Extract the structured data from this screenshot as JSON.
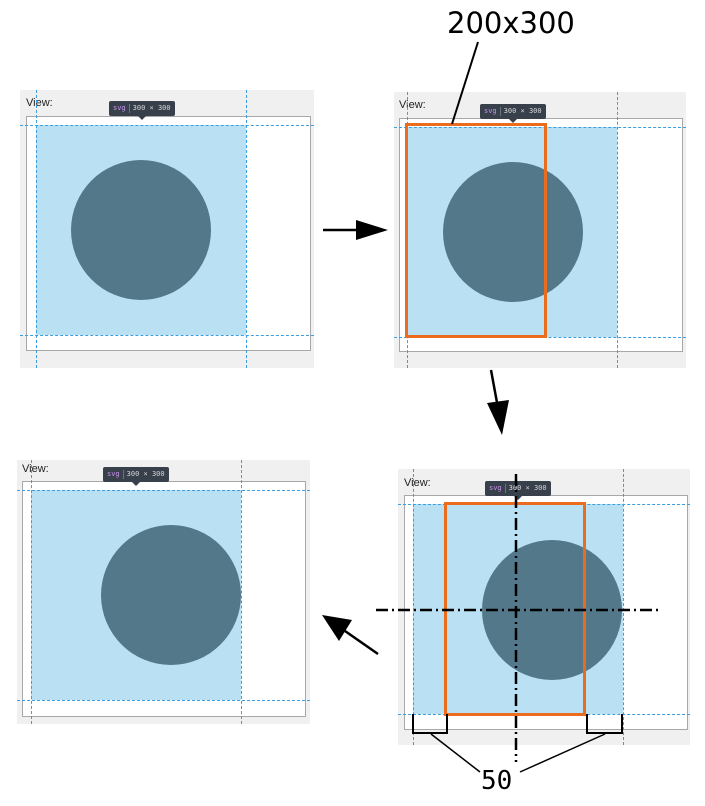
{
  "view_label": "View:",
  "tooltip": {
    "tag": "svg",
    "dims": "300 × 300"
  },
  "annotations": {
    "size_note": "200x300",
    "offset_note": "50"
  },
  "colors": {
    "canvas": "#b9e1f3",
    "circle": "#52788a",
    "highlight": "#ea6c1c",
    "guide": "#3a9fe0",
    "tooltip_bg": "#38404c",
    "panel": "#f0f0f0"
  }
}
